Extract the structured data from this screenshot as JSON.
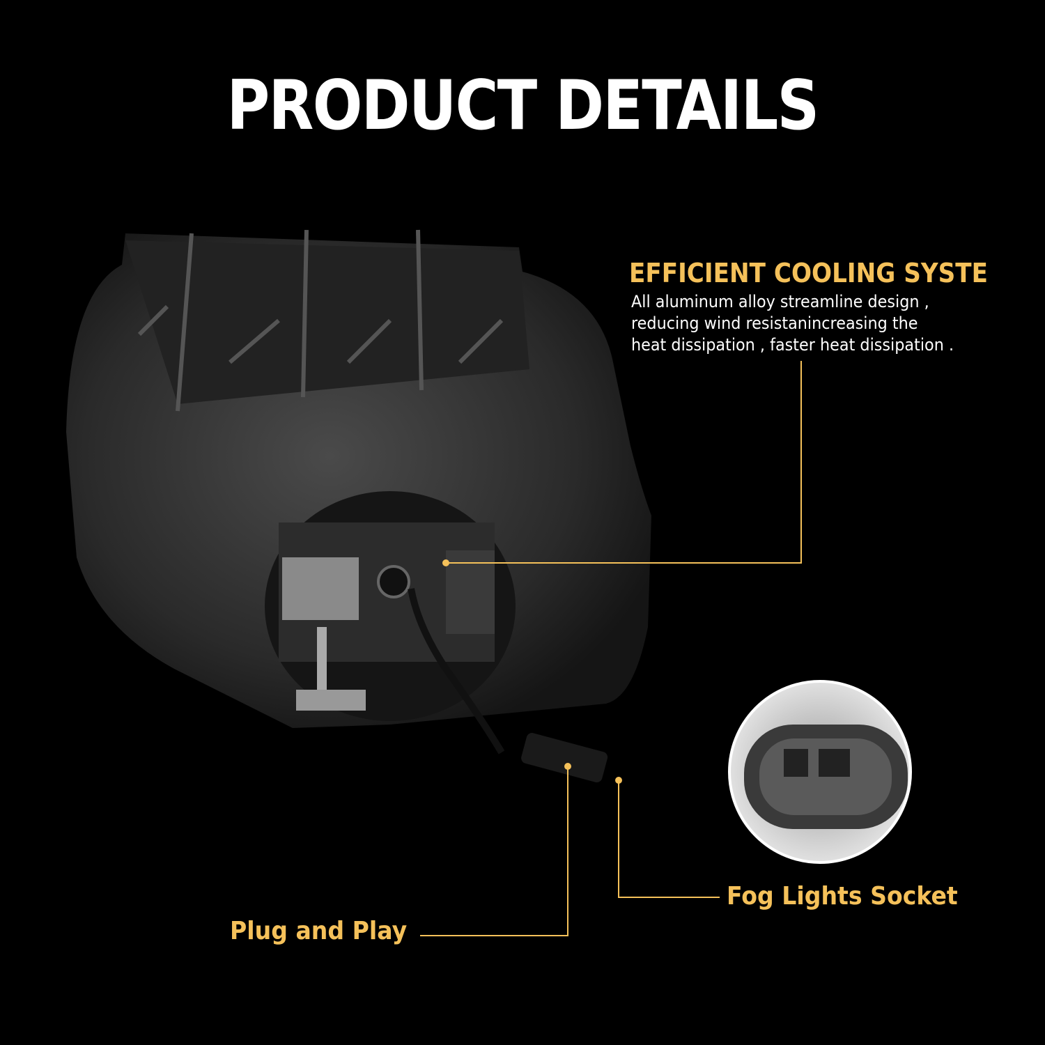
{
  "title": "PRODUCT DETAILS",
  "cooling": {
    "heading": "EFFICIENT COOLING SYSTE",
    "lines": [
      "All aluminum alloy streamline design ,",
      "reducing wind resistanincreasing the",
      "heat dissipation , faster heat dissipation ."
    ]
  },
  "callouts": {
    "plug": "Plug and Play",
    "socket": "Fog Lights Socket"
  },
  "colors": {
    "accent": "#f5c15a",
    "background": "#000000"
  }
}
